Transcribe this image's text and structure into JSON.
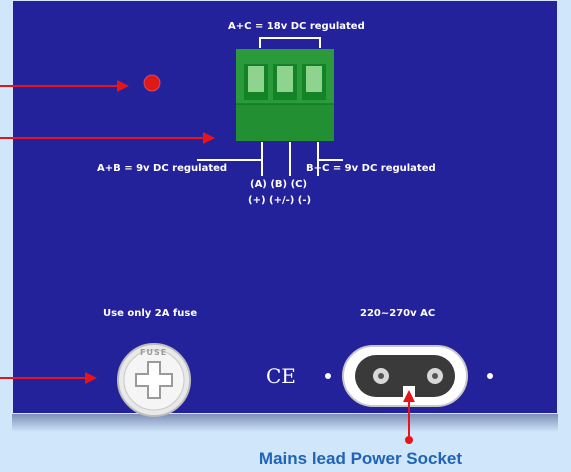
{
  "labels": {
    "ac_voltage": "A+C = 18v DC regulated",
    "ab_voltage": "A+B = 9v DC regulated",
    "bc_voltage": "B+C = 9v DC regulated",
    "terminal_letters": "(A)  (B)  (C)",
    "terminal_polarity": "(+) (+/-) (-)",
    "fuse_note": "Use only 2A fuse",
    "mains_voltage": "220~270v AC",
    "fuse_cap_text": "FUSE",
    "ce_mark": "CE"
  },
  "caption": "Mains lead Power Socket",
  "colors": {
    "panel": "#23229a",
    "terminal_block": "#2a9a3a",
    "arrow": "#e8141a",
    "caption": "#1f64b8"
  }
}
